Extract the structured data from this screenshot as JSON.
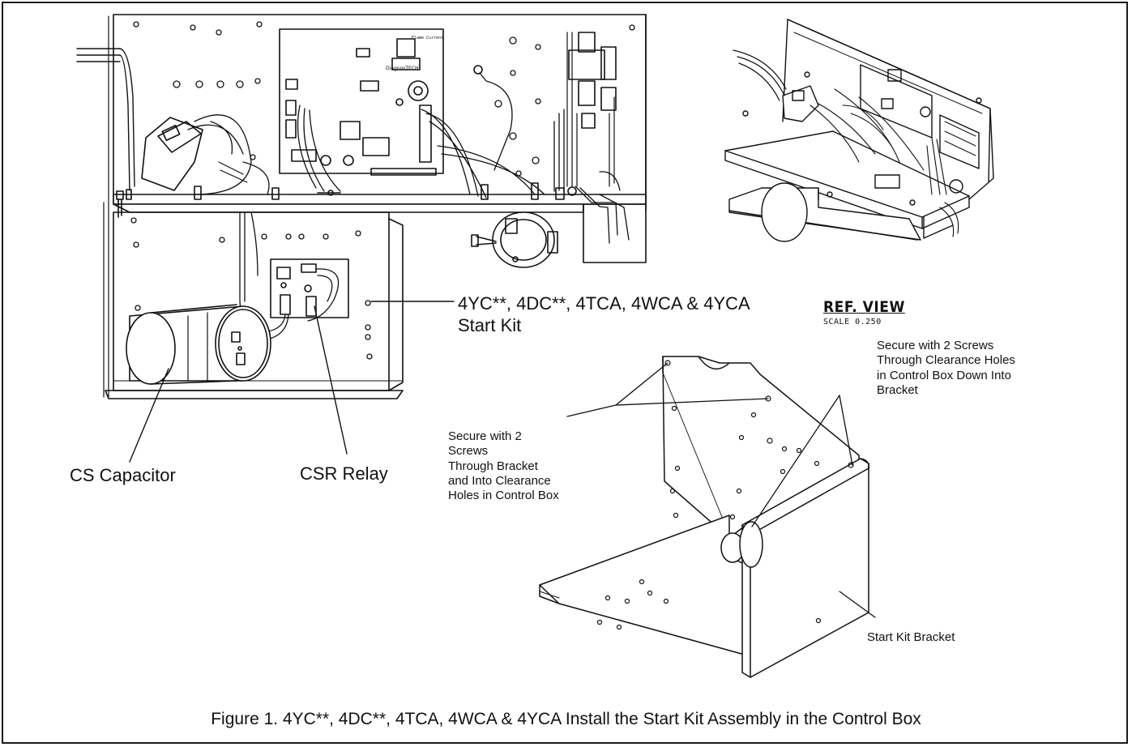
{
  "labels": {
    "start_kit_model": "4YC**, 4DC**, 4TCA, 4WCA & 4YCA\nStart Kit",
    "ref_view_title": "REF. VIEW",
    "ref_view_scale": "SCALE  0.250",
    "secure_top_right": "Secure with 2 Screws\nThrough Clearance Holes\nin Control Box Down Into\nBracket",
    "secure_left": "Secure with 2\nScrews\nThrough Bracket\nand Into Clearance\nHoles in Control Box",
    "cs_capacitor": "CS Capacitor",
    "csr_relay": "CSR Relay",
    "start_kit_bracket": "Start Kit Bracket",
    "board_brand": "DiagnosTECH"
  },
  "caption": "Figure 1. 4YC**, 4DC**, 4TCA, 4WCA & 4YCA Install the Start Kit Assembly in the Control Box"
}
